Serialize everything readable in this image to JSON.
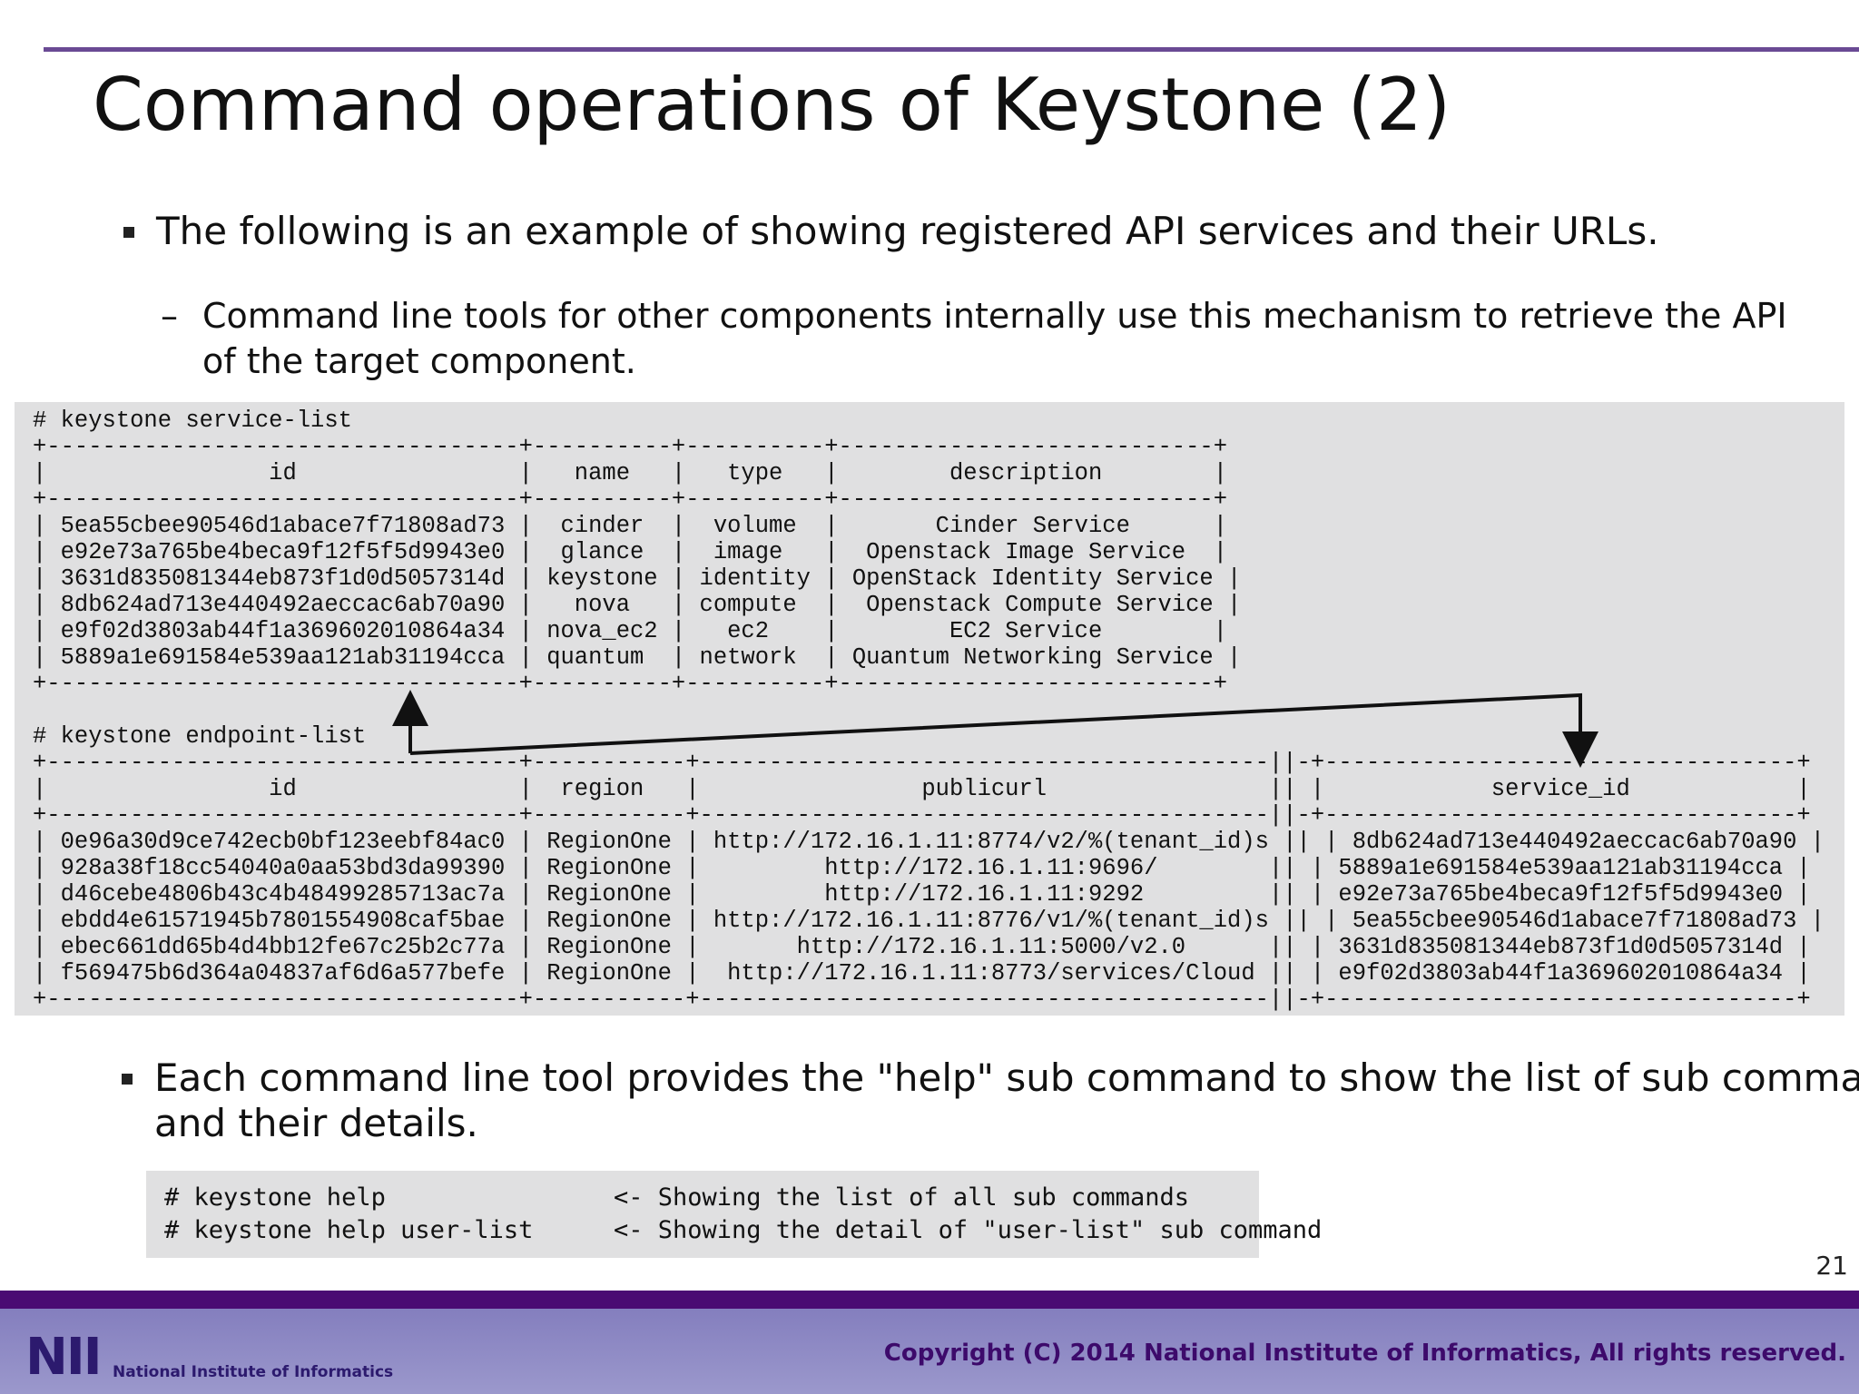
{
  "slide": {
    "title": "Command operations of Keystone (2)",
    "page_number": "21"
  },
  "bullets": {
    "b1": "The following is an example of showing registered API services and their URLs.",
    "sub1_line1": "Command line tools for other components internally use this mechanism to retrieve the API",
    "sub1_line2": "of the target component.",
    "b2_line1": "Each command line tool provides the \"help\" sub command to show the list of sub commands",
    "b2_line2": "and their details.",
    "dash": "–"
  },
  "code": {
    "service_list": "# keystone service-list\n+----------------------------------+----------+----------+---------------------------+\n|                id                |   name   |   type   |        description        |\n+----------------------------------+----------+----------+---------------------------+\n| 5ea55cbee90546d1abace7f71808ad73 |  cinder  |  volume  |       Cinder Service      |\n| e92e73a765be4beca9f12f5f5d9943e0 |  glance  |  image   |  Openstack Image Service  |\n| 3631d835081344eb873f1d0d5057314d | keystone | identity | OpenStack Identity Service |\n| 8db624ad713e440492aeccac6ab70a90 |   nova   | compute  |  Openstack Compute Service |\n| e9f02d3803ab44f1a369602010864a34 | nova_ec2 |   ec2    |        EC2 Service        |\n| 5889a1e691584e539aa121ab31194cca | quantum  | network  | Quantum Networking Service |\n+----------------------------------+----------+----------+---------------------------+\n\n# keystone endpoint-list\n+----------------------------------+-----------+-----------------------------------------||-+----------------------------------+\n|                id                |  region   |                publicurl                || |            service_id            |\n+----------------------------------+-----------+-----------------------------------------||-+----------------------------------+\n| 0e96a30d9ce742ecb0bf123eebf84ac0 | RegionOne | http://172.16.1.11:8774/v2/%(tenant_id)s || | 8db624ad713e440492aeccac6ab70a90 |\n| 928a38f18cc54040a0aa53bd3da99390 | RegionOne |         http://172.16.1.11:9696/        || | 5889a1e691584e539aa121ab31194cca |\n| d46cebe4806b43c4b48499285713ac7a | RegionOne |         http://172.16.1.11:9292         || | e92e73a765be4beca9f12f5f5d9943e0 |\n| ebdd4e61571945b7801554908caf5bae | RegionOne | http://172.16.1.11:8776/v1/%(tenant_id)s || | 5ea55cbee90546d1abace7f71808ad73 |\n| ebec661dd65b4d4bb12fe67c25b2c77a | RegionOne |       http://172.16.1.11:5000/v2.0      || | 3631d835081344eb873f1d0d5057314d |\n| f569475b6d364a04837af6d6a577befe | RegionOne |  http://172.16.1.11:8773/services/Cloud || | e9f02d3803ab44f1a369602010864a34 |\n+----------------------------------+-----------+-----------------------------------------||-+----------------------------------+"
  },
  "help": {
    "cmd1": "# keystone help",
    "note1": "<- Showing the list of all sub commands",
    "cmd2": "# keystone help user-list",
    "note2": "<- Showing the detail of \"user-list\" sub command"
  },
  "footer": {
    "logo_mark": "NII",
    "logo_text": "National Institute of Informatics",
    "copyright": "Copyright (C) 2014 National Institute of Informatics, All rights reserved."
  },
  "colors": {
    "accent": "#6a4a94",
    "footer_band": "#4a0b73",
    "code_bg": "#e0e0e1"
  }
}
